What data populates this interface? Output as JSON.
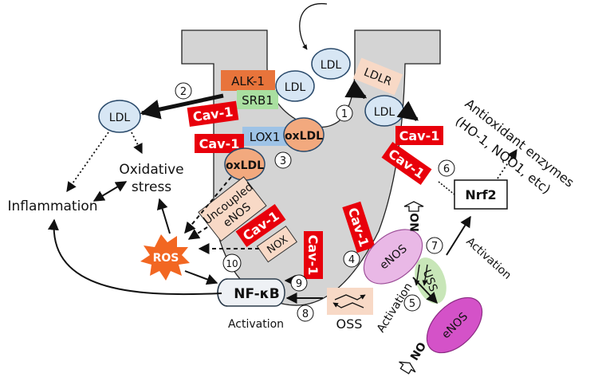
{
  "labels": {
    "alk1": "ALK-1",
    "srb1": "SRB1",
    "lox1": "LOX1",
    "ldlr": "LDLR",
    "ldl": "LDL",
    "oxldl": "oxLDL",
    "cav1": "Cav-1",
    "oxidative_stress_line1": "Oxidative",
    "oxidative_stress_line2": "stress",
    "inflammation": "Inflammation",
    "uncoupled_line1": "Uncoupled",
    "uncoupled_line2": "eNOS",
    "nox": "NOX",
    "ros": "ROS",
    "nfkb": "NF-κB",
    "activation": "Activation",
    "oss": "OSS",
    "uss": "USS",
    "enos": "eNOS",
    "no": "NO",
    "nrf2": "Nrf2",
    "antioxidant_line1": "Antioxidant enzymes",
    "antioxidant_line2": "(HO-1, NQO1, etc)"
  },
  "steps": [
    "1",
    "2",
    "3",
    "4",
    "5",
    "6",
    "7",
    "8",
    "9",
    "10"
  ],
  "colors": {
    "membrane": "#d4d4d4",
    "cav1": "#e8000b",
    "alk1": "#e8743b",
    "srb1": "#a9dfa0",
    "lox1": "#9ec3e6",
    "ldlr": "#f8d9c6",
    "ldl": "#d7e6f4",
    "oxldl": "#f2a97e",
    "enos_light": "#e9b8e6",
    "enos_dark": "#d452c8",
    "uss": "#c8e6b8",
    "nox": "#f8d9c6",
    "ros": "#f26722"
  }
}
